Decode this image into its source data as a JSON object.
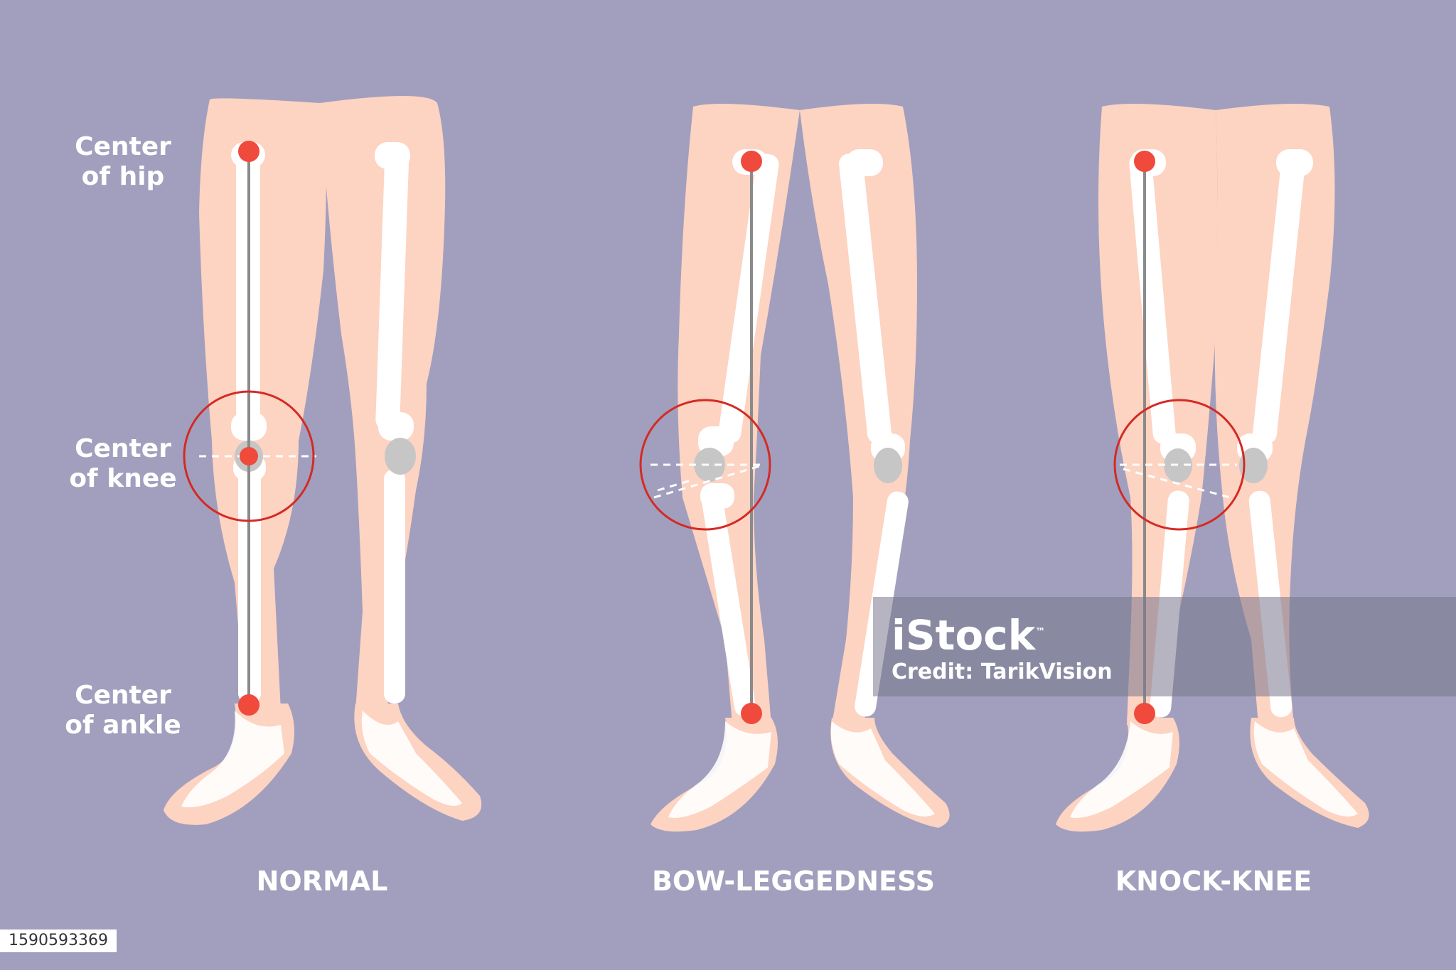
{
  "labels": {
    "hip": [
      "Center",
      "of hip"
    ],
    "knee": [
      "Center",
      "of knee"
    ],
    "ankle": [
      "Center",
      "of ankle"
    ]
  },
  "captions": [
    "NORMAL",
    "BOW-LEGGEDNESS",
    "KNOCK-KNEE"
  ],
  "watermark": {
    "logo": "iStock",
    "trademark": "™",
    "credit": "Credit: TarikVision"
  },
  "stock_id": "1590593369",
  "colors": {
    "background": "#a19fbd",
    "skin": "#fdd3c2",
    "bone": "#ffffff",
    "joint": "#c6c6c6",
    "marker": "#f04a3c",
    "circle": "#d42a24",
    "axis": "#8a8a8a"
  }
}
